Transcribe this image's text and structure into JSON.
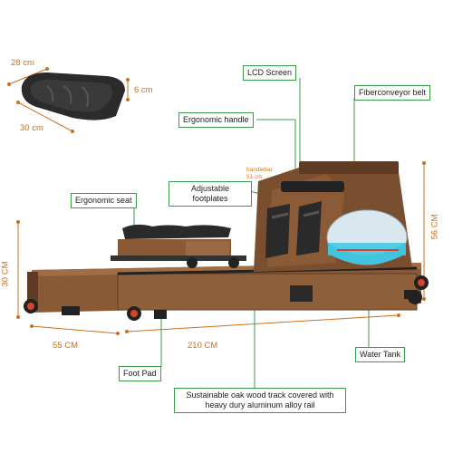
{
  "labels": {
    "lcd_screen": "LCD Screen",
    "fiberconveyor_belt": "Fiberconveyor belt",
    "ergonomic_handle": "Ergonomic handle",
    "adjustable_footplates": "Adjustable footplates",
    "ergonomic_seat": "Ergonomic seat",
    "water_tank": "Water Tank",
    "foot_pad": "Foot Pad",
    "wood_track": "Sustainable oak wood track covered with heavy dury aluminum alloy rail"
  },
  "dimensions": {
    "seat_width": "28 cm",
    "seat_height": "6 cm",
    "seat_length": "30 cm",
    "handlebar_label": "handlebar",
    "handlebar_value": "51 cm",
    "overall_height": "56 CM",
    "rail_height": "30 CM",
    "base_width": "55 CM",
    "overall_length": "210 CM"
  },
  "colors": {
    "label_border": "#3a9b4a",
    "dimension": "#c9711c",
    "wood": "#8a5a36",
    "wood_dark": "#5e3b22",
    "metal": "#1e1e1e",
    "water": "#40c4e0",
    "accent_red": "#d6422a"
  }
}
